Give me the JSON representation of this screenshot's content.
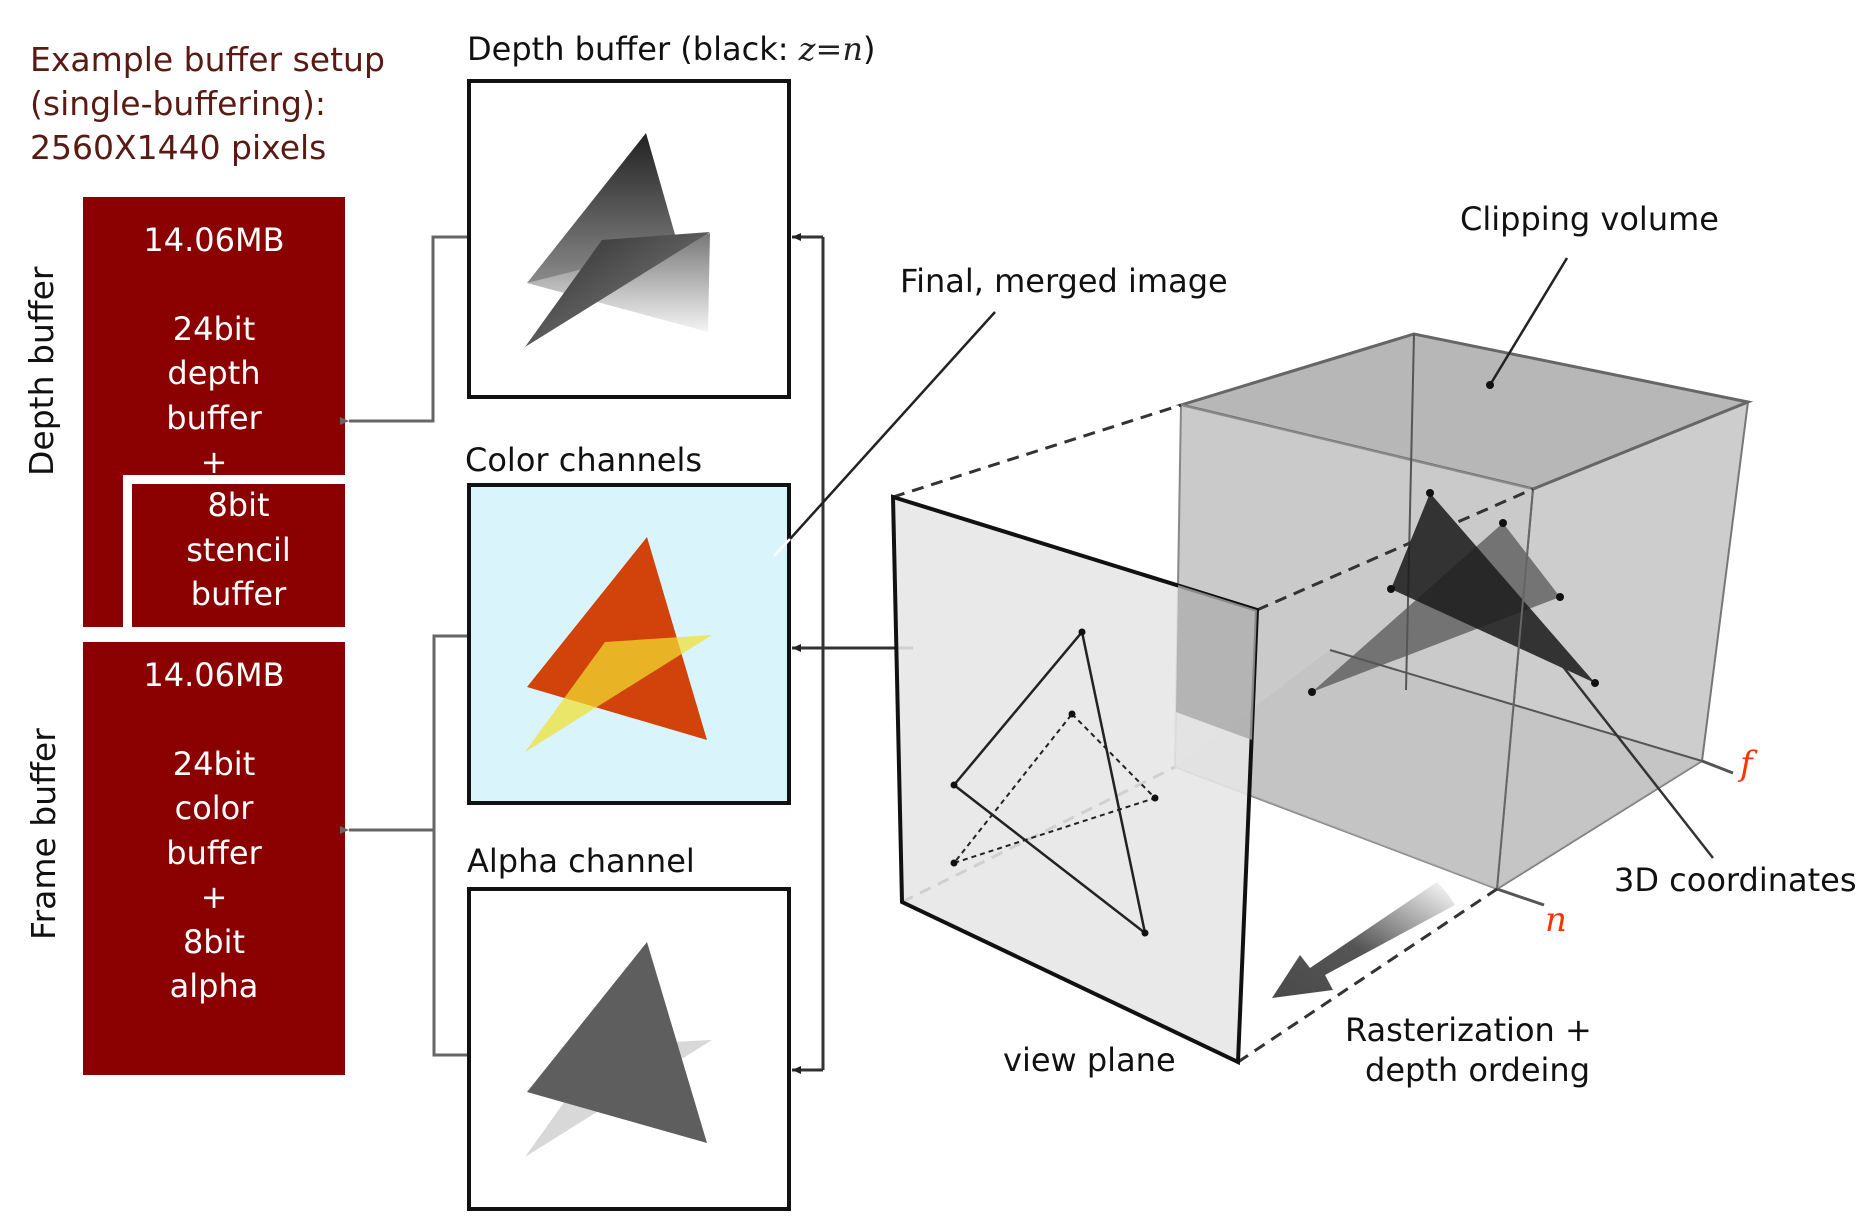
{
  "header": {
    "lines": [
      "Example buffer setup",
      "(single-buffering):",
      "2560X1440 pixels"
    ],
    "color": "#5a1a14"
  },
  "depth_block": {
    "side_label": "Depth buffer",
    "size": "14.06MB",
    "main_lines": [
      "24bit",
      "depth",
      "buffer",
      "+"
    ],
    "sub_lines": [
      "8bit",
      "stencil",
      "buffer"
    ],
    "color": "#8b0000"
  },
  "frame_block": {
    "side_label": "Frame buffer",
    "size": "14.06MB",
    "lines": [
      "24bit",
      "color",
      "buffer",
      "+",
      "8bit",
      "alpha"
    ],
    "color": "#8b0000"
  },
  "panels": {
    "depth": {
      "title_prefix": "Depth buffer (black: ",
      "title_math": "z=n",
      "title_suffix": ")"
    },
    "color": {
      "title": "Color channels",
      "background": "#daf4fc",
      "front_color": "#d2420b",
      "back_color": "#f0e030"
    },
    "alpha": {
      "title": "Alpha channel",
      "front_color": "#5e5e5e",
      "back_color": "#d8d8d8"
    }
  },
  "scene": {
    "final_image_label": "Final, merged image",
    "clipping_volume_label": "Clipping volume",
    "coords_label": "3D coordinates",
    "view_plane_label": "view plane",
    "raster_lines": [
      "Rasterization +",
      "depth ordeing"
    ],
    "far_label": "f",
    "near_label": "n",
    "axis_label_color": "#ff3300"
  }
}
